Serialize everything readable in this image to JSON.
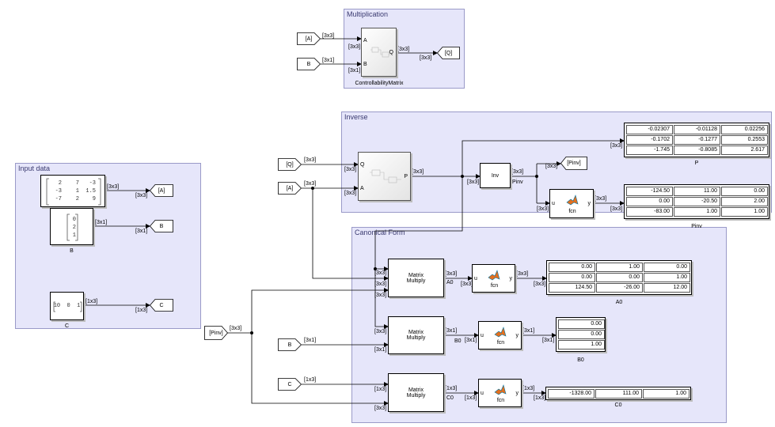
{
  "subsystems": {
    "multiplication": {
      "title": "Multiplication"
    },
    "input_data": {
      "title": "Input data"
    },
    "inverse": {
      "title": "Inverse"
    },
    "canonical": {
      "title": "Canonical Form"
    }
  },
  "tags": {
    "from_A_top": "[A]",
    "from_B_top": "B",
    "goto_Q": "[Q]",
    "goto_A": "[A]",
    "goto_B": "B",
    "goto_C": "C",
    "from_Q": "[Q]",
    "from_A_mid": "[A]",
    "goto_Pinv": "[Pinv]",
    "from_Pinv": "[Pinv]",
    "from_B_bot": "B",
    "from_C_bot": "C"
  },
  "blocks": {
    "ctrb": {
      "name": "ControllabilityMatrix",
      "in1": "A",
      "in2": "B",
      "out": "Q"
    },
    "obsv": {
      "in1": "Q",
      "in2": "A",
      "out": "P"
    },
    "inv": {
      "label": "Inv",
      "out_sig": "Pinv"
    },
    "fcn_top": {
      "label": "fcn",
      "in": "u",
      "out": "y"
    },
    "mm1": {
      "label": "Matrix\nMultiply",
      "out_sig": "A0"
    },
    "mm2": {
      "label": "Matrix\nMultiply",
      "out_sig": "B0"
    },
    "mm3": {
      "label": "Matrix\nMultiply",
      "out_sig": "C0"
    },
    "fcn_a0": {
      "label": "fcn",
      "in": "u",
      "out": "y"
    },
    "fcn_b0": {
      "label": "fcn",
      "in": "u",
      "out": "y"
    },
    "fcn_c0": {
      "label": "fcn",
      "in": "u",
      "out": "y"
    }
  },
  "constants": {
    "A": {
      "name": "A",
      "rows": [
        [
          "2",
          "7",
          "-3"
        ],
        [
          "-3",
          "1",
          "1.5"
        ],
        [
          "-7",
          "2",
          "9"
        ]
      ]
    },
    "B": {
      "name": "B",
      "rows": [
        [
          "0"
        ],
        [
          "2"
        ],
        [
          "1"
        ]
      ]
    },
    "C": {
      "name": "C",
      "text": "10  0  1"
    }
  },
  "displays": {
    "P": {
      "name": "P",
      "rows": [
        [
          "-0.02307",
          "-0.01128",
          "0.02256"
        ],
        [
          "-0.1702",
          "-0.1277",
          "0.2553"
        ],
        [
          "-1.745",
          "-0.8085",
          "2.617"
        ]
      ]
    },
    "Pinv": {
      "name": "Pinv",
      "rows": [
        [
          "-124.50",
          "11.00",
          "0.00"
        ],
        [
          "0.00",
          "-20.50",
          "2.00"
        ],
        [
          "-83.00",
          "1.00",
          "1.00"
        ]
      ]
    },
    "A0": {
      "name": "A0",
      "rows": [
        [
          "0.00",
          "1.00",
          "0.00"
        ],
        [
          "0.00",
          "0.00",
          "1.00"
        ],
        [
          "124.50",
          "-26.00",
          "12.00"
        ]
      ]
    },
    "B0": {
      "name": "B0",
      "rows": [
        [
          "0.00"
        ],
        [
          "0.00"
        ],
        [
          "1.00"
        ]
      ]
    },
    "C0": {
      "name": "C0",
      "rows": [
        [
          "-1328.00",
          "111.00",
          "1.00"
        ]
      ]
    }
  },
  "dims": {
    "d33": "[3x3]",
    "d31": "[3x1]",
    "d13": "[1x3]"
  },
  "colors": {
    "subsystem_bg": "#e6e6fa",
    "subsystem_border": "#9a9ac8",
    "matlab_orange": "#e36f1e",
    "matlab_blue": "#0076a8"
  }
}
